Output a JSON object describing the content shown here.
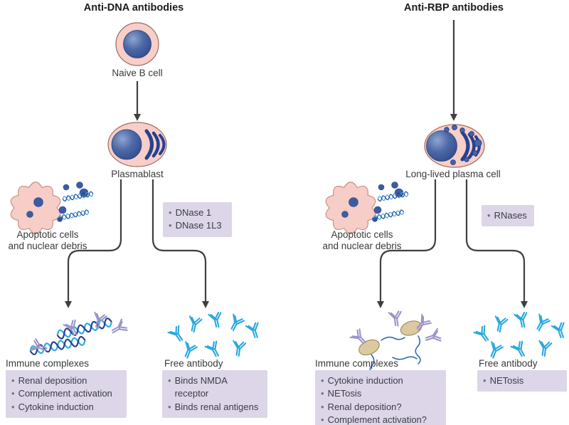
{
  "figure": {
    "left_panel": {
      "title": "Anti-DNA antibodies",
      "naive_b_cell_label": "Naive B cell",
      "plasmablast_label": "Plasmablast",
      "apoptotic_label": {
        "line1": "Apoptotic cells",
        "line2": "and nuclear debris"
      },
      "enzyme_box": {
        "items": [
          "DNase 1",
          "DNase 1L3"
        ]
      },
      "immune_complexes_label": "Immune complexes",
      "immune_effects_box": {
        "items": [
          "Renal deposition",
          "Complement activation",
          "Cytokine induction"
        ]
      },
      "free_antibody_label": "Free antibody",
      "free_effects_box": {
        "items": [
          "Binds NMDA receptor",
          "Binds renal antigens"
        ]
      }
    },
    "right_panel": {
      "title": "Anti-RBP antibodies",
      "plasma_cell_label": "Long-lived plasma cell",
      "apoptotic_label": {
        "line1": "Apoptotic cells",
        "line2": "and nuclear debris"
      },
      "enzyme_box": {
        "items": [
          "RNases"
        ]
      },
      "immune_complexes_label": "Immune complexes",
      "immune_effects_box": {
        "items": [
          "Cytokine induction",
          "NETosis",
          "Renal deposition?",
          "Complement activation?"
        ]
      },
      "free_antibody_label": "Free antibody",
      "free_effects_box": {
        "items": [
          "NETosis"
        ]
      }
    },
    "colors": {
      "box_background": "#dcd6e8",
      "cell_fill": "#f7cec8",
      "cell_outline": "#a06b5f",
      "nucleus_blue": "#33508f",
      "free_antibody_teal": "#29a8de",
      "complex_antibody_lavender": "#9b94c9",
      "dna_light_strand": "#2da9e1",
      "dna_dark_strand": "#27418d",
      "rbp_tan": "#dcc9a2",
      "arrow_gray": "#3f3f3f",
      "bullet_gray": "#76717f"
    }
  }
}
